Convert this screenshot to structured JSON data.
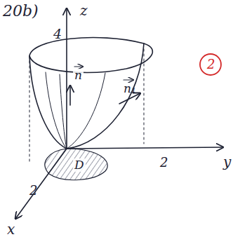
{
  "diagram": {
    "labels": [
      "20b)",
      "z",
      "4",
      "y",
      "x",
      "2",
      "2",
      "D",
      "n",
      "n₁",
      "2"
    ]
  }
}
